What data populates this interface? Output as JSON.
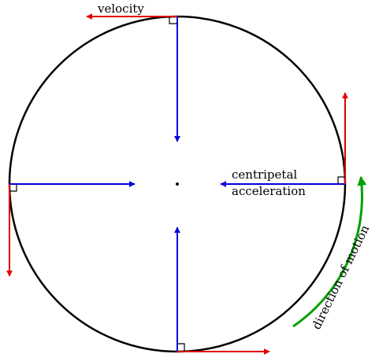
{
  "labels": {
    "velocity": "velocity",
    "centripetal_line1": "centripetal",
    "centripetal_line2": "acceleration",
    "direction_of_motion": "direction of motion"
  },
  "colors": {
    "circle": "#000000",
    "velocity": "#e00000",
    "acceleration": "#0000dd",
    "motion": "#00a000",
    "marker": "#000000"
  }
}
